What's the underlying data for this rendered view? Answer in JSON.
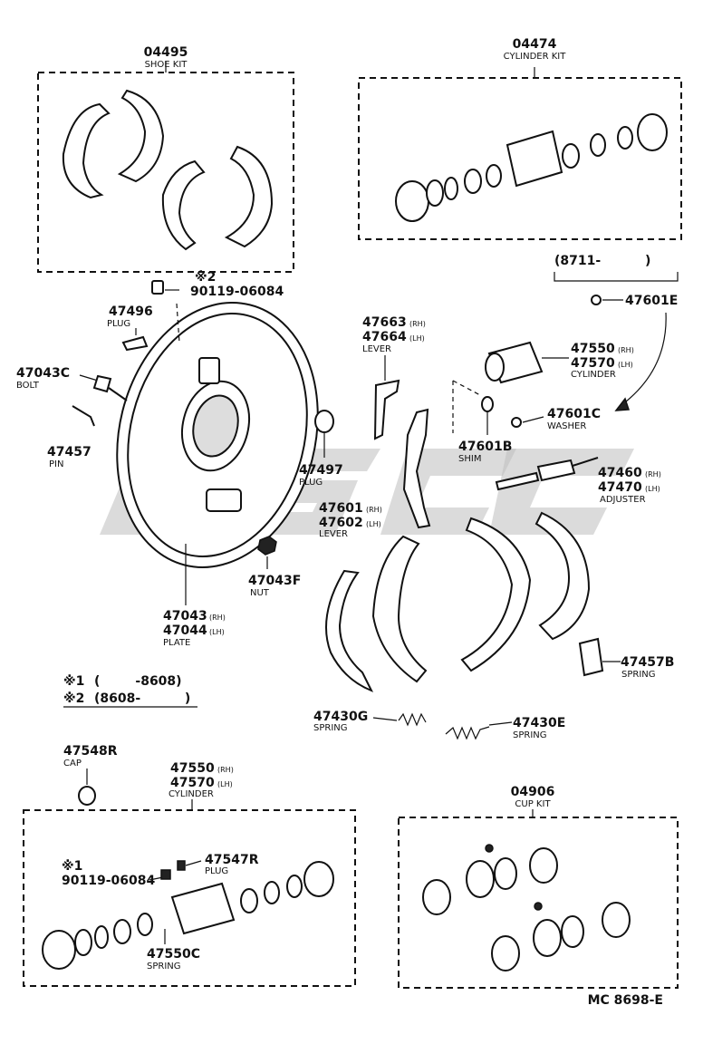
{
  "watermark": "GSC",
  "colors": {
    "ink": "#111111",
    "watermark": "#bdbdbd",
    "background": "#ffffff"
  },
  "groups": {
    "shoe_kit": {
      "number": "04495",
      "name": "SHOE KIT"
    },
    "cylinder_kit": {
      "number": "04474",
      "name": "CYLINDER KIT"
    },
    "cylinder_group": {
      "number_rh": "47550",
      "number_lh": "47570",
      "rh": "(RH)",
      "lh": "(LH)",
      "name": "CYLINDER"
    },
    "cup_kit": {
      "number": "04906",
      "name": "CUP KIT"
    }
  },
  "date_range": {
    "open": "(8711-",
    "close": ")"
  },
  "footnotes": [
    {
      "mark": "※1",
      "text": "(        -8608)"
    },
    {
      "mark": "※2",
      "text": "(8608-          )"
    }
  ],
  "parts": {
    "p90119_top": {
      "mark": "※2",
      "number": "90119-06084"
    },
    "p47496": {
      "number": "47496",
      "name": "PLUG"
    },
    "p47043C": {
      "number": "47043C",
      "name": "BOLT"
    },
    "p47457": {
      "number": "47457",
      "name": "PIN"
    },
    "p47497": {
      "number": "47497",
      "name": "PLUG"
    },
    "p47043F": {
      "number": "47043F",
      "name": "NUT"
    },
    "p47043": {
      "number_rh": "47043",
      "number_lh": "47044",
      "rh": "(RH)",
      "lh": "(LH)",
      "name": "PLATE"
    },
    "p47663": {
      "number_rh": "47663",
      "number_lh": "47664",
      "rh": "(RH)",
      "lh": "(LH)",
      "name": "LEVER"
    },
    "p47601E": {
      "number": "47601E"
    },
    "p47550": {
      "number_rh": "47550",
      "number_lh": "47570",
      "rh": "(RH)",
      "lh": "(LH)",
      "name": "CYLINDER"
    },
    "p47601C": {
      "number": "47601C",
      "name": "WASHER"
    },
    "p47601B": {
      "number": "47601B",
      "name": "SHIM"
    },
    "p47460": {
      "number_rh": "47460",
      "number_lh": "47470",
      "rh": "(RH)",
      "lh": "(LH)",
      "name": "ADJUSTER"
    },
    "p47601": {
      "number_rh": "47601",
      "number_lh": "47602",
      "rh": "(RH)",
      "lh": "(LH)",
      "name": "LEVER"
    },
    "p47457B": {
      "number": "47457B",
      "name": "SPRING"
    },
    "p47430G": {
      "number": "47430G",
      "name": "SPRING"
    },
    "p47430E": {
      "number": "47430E",
      "name": "SPRING"
    },
    "p47548R": {
      "number": "47548R",
      "name": "CAP"
    },
    "p47547R": {
      "number": "47547R",
      "name": "PLUG"
    },
    "p90119_bottom": {
      "mark": "※1",
      "number": "90119-06084"
    },
    "p47550C": {
      "number": "47550C",
      "name": "SPRING"
    }
  },
  "diagram_code": "MC 8698-E"
}
